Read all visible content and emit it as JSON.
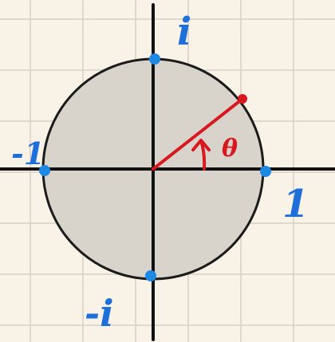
{
  "colors": {
    "background": "#f8f3e6",
    "grid": "#d7d0c3",
    "axis": "#111111",
    "disk_fill": "#d8d3cb",
    "disk_stroke": "#1b1b1b",
    "point": "#1e88e5",
    "label": "#1e6fd9",
    "radius": "#d8181f"
  },
  "labels": {
    "top": "i",
    "bottom": "-i",
    "left": "-1",
    "right": "1",
    "angle": "θ"
  },
  "icons": {
    "angle_marker": "curved-arrow-icon"
  }
}
